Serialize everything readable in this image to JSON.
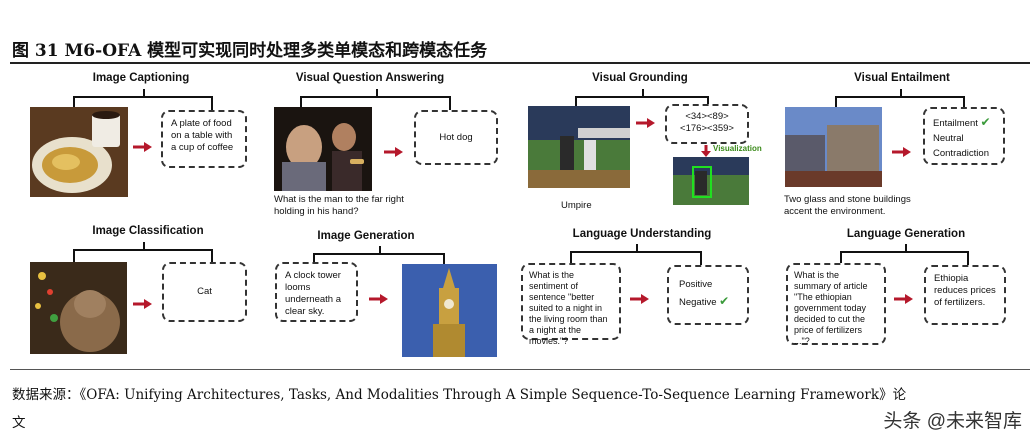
{
  "figure_title": "图 31 M6-OFA 模型可实现同时处理多类单模态和跨模态任务",
  "tasks": {
    "captioning": {
      "title": "Image Captioning",
      "output": "A plate of food on a table with a cup of coffee"
    },
    "vqa": {
      "title": "Visual Question Answering",
      "output": "Hot dog",
      "question": "What is the man to the far right holding in his hand?"
    },
    "grounding": {
      "title": "Visual Grounding",
      "coords_line1": "<34><89>",
      "coords_line2": "<176><359>",
      "viz_label": "Visualization",
      "caption": "Umpire"
    },
    "entailment": {
      "title": "Visual Entailment",
      "opt1": "Entailment",
      "opt2": "Neutral",
      "opt3": "Contradiction",
      "caption": "Two glass and stone buildings accent the environment."
    },
    "classification": {
      "title": "Image Classification",
      "output": "Cat"
    },
    "generation": {
      "title": "Image Generation",
      "input": "A clock tower looms underneath a clear sky."
    },
    "lang_understanding": {
      "title": "Language Understanding",
      "input": "What is the sentiment of sentence \"better suited to a night in the living room than a night at the movies.\"?",
      "opt1": "Positive",
      "opt2": "Negative"
    },
    "lang_generation": {
      "title": "Language Generation",
      "input": "What is the summary of article \"The ethiopian government today decided to cut the price of fertilizers ...\"?",
      "output": "Ethiopia reduces prices of fertilizers."
    }
  },
  "check_mark": "✔",
  "source_text": "数据来源：《OFA: Unifying Architectures, Tasks, And Modalities Through A Simple Sequence-To-Sequence Learning Framework》论",
  "source_text_2": "文",
  "watermark": "头条 @未来智库",
  "colors": {
    "arrow": "#b5182b",
    "check": "#3a9a3a",
    "grass": "#6a8a3a",
    "sky": "#3b5fae"
  }
}
